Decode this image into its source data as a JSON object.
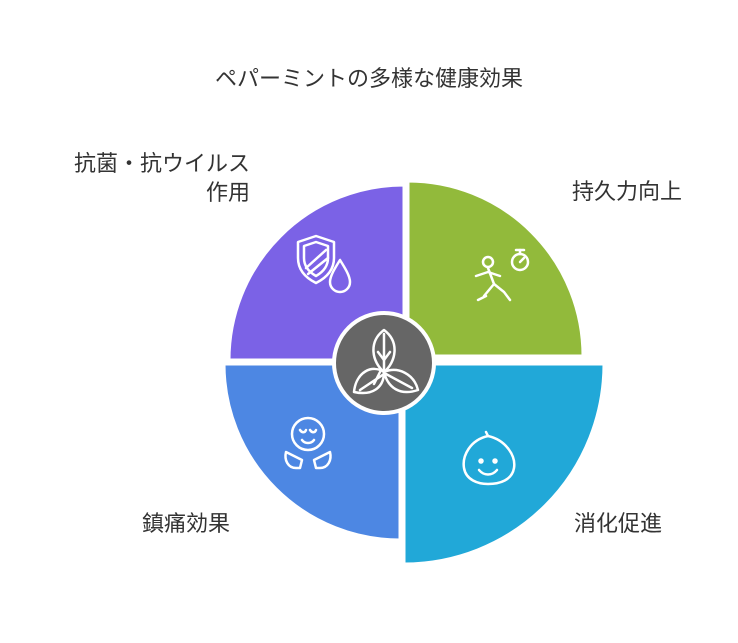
{
  "title": "ペパーミントの多様な健康効果",
  "center": {
    "icon": "mint-leaves-icon",
    "color": "#666666"
  },
  "segments": [
    {
      "id": "antibacterial",
      "label_lines": [
        "抗菌・抗ウイルス",
        "作用"
      ],
      "color": "#7B62E6",
      "icon": "shield-droplet-icon"
    },
    {
      "id": "endurance",
      "label_lines": [
        "持久力向上"
      ],
      "color": "#92BA3B",
      "icon": "runner-stopwatch-icon"
    },
    {
      "id": "digestion",
      "label_lines": [
        "消化促進"
      ],
      "color": "#21A8D8",
      "icon": "smiling-drop-icon"
    },
    {
      "id": "pain-relief",
      "label_lines": [
        "鎮痛効果"
      ],
      "color": "#4D87E3",
      "icon": "relaxed-face-hands-icon"
    }
  ]
}
